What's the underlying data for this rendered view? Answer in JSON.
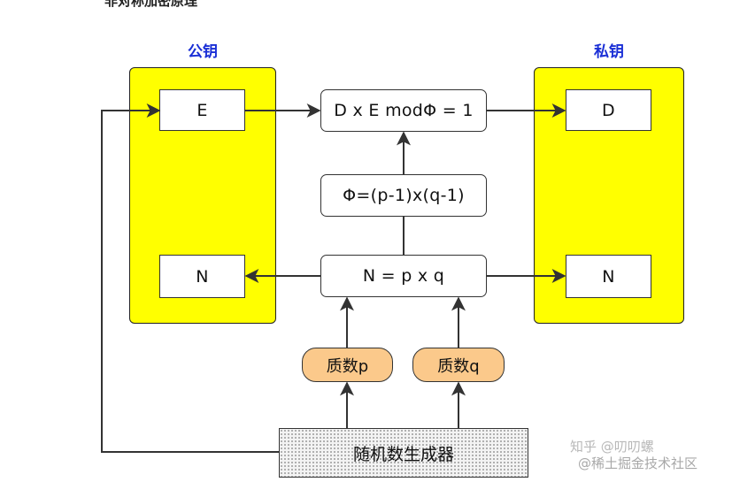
{
  "header_fragment": "非对称加密原理",
  "public_key": {
    "title": "公钥",
    "e_label": "E",
    "n_label": "N"
  },
  "private_key": {
    "title": "私钥",
    "d_label": "D",
    "n_label": "N"
  },
  "formulas": {
    "d_equation": "D x E modΦ = 1",
    "phi": "Φ=(p-1)x(q-1)",
    "n": "N = p x q"
  },
  "primes": {
    "p": "质数p",
    "q": "质数q"
  },
  "generator": "随机数生成器",
  "watermarks": {
    "zhihu": "知乎 @叨叨螺",
    "juejin": "@稀土掘金技术社区"
  },
  "colors": {
    "key_panel": "#ffff00",
    "title": "#1a2fd6",
    "prime_fill": "#fbc98b"
  }
}
